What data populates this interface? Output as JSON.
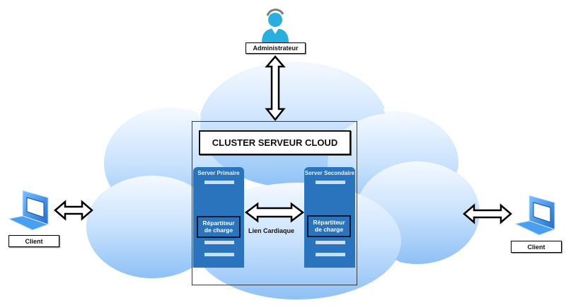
{
  "diagram": {
    "title": "CLUSTER SERVEUR CLOUD",
    "nodes": {
      "administrator": {
        "label": "Administrateur",
        "icon": "user-headset-icon"
      },
      "client_left": {
        "label": "Client",
        "icon": "laptop-icon"
      },
      "client_right": {
        "label": "Client",
        "icon": "laptop-icon"
      },
      "server_primary": {
        "label": "Server Primaire",
        "load_balancer": [
          "Répartiteur",
          "de charge"
        ]
      },
      "server_secondary": {
        "label": "Server Secondaire",
        "load_balancer": [
          "Répartiteur",
          "de charge"
        ]
      }
    },
    "links": {
      "heartbeat": "Lien Cardiaque",
      "connections": [
        {
          "from": "Administrateur",
          "to": "CLUSTER SERVEUR CLOUD",
          "type": "bidirectional"
        },
        {
          "from": "Client (left)",
          "to": "Cloud",
          "type": "bidirectional"
        },
        {
          "from": "Client (right)",
          "to": "Cloud",
          "type": "bidirectional"
        },
        {
          "from": "Server Primaire",
          "to": "Server Secondaire",
          "type": "bidirectional",
          "label": "Lien Cardiaque"
        }
      ]
    },
    "colors": {
      "cloud_top": "#f2f8ff",
      "cloud_bottom": "#8fc2f7",
      "server": "#2a74be",
      "server_bar": "#c8defa",
      "person": "#29aee0",
      "laptop": "#3a8ee6"
    }
  }
}
